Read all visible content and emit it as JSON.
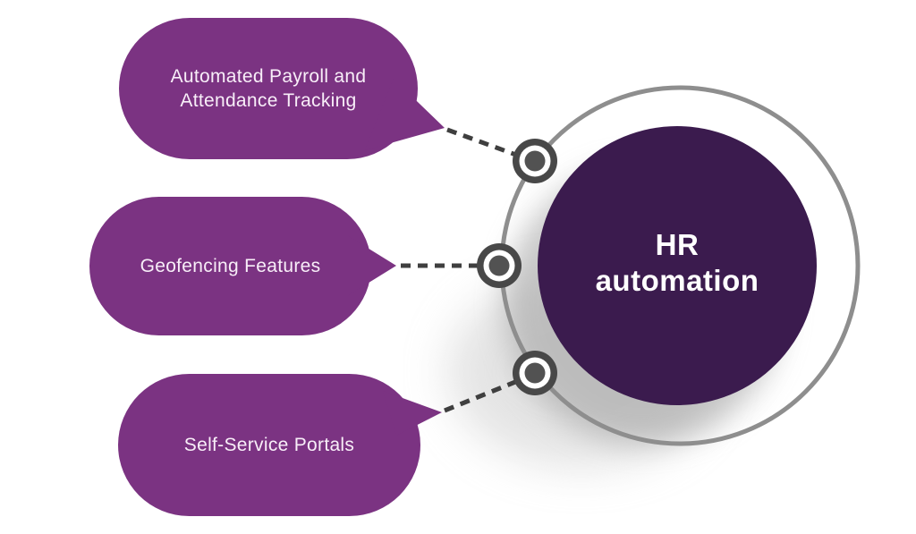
{
  "diagram": {
    "center": {
      "line1": "HR",
      "line2": "automation"
    },
    "bubbles": [
      {
        "line1": "Automated Payroll and",
        "line2": "Attendance Tracking"
      },
      {
        "line1": "Geofencing Features",
        "line2": ""
      },
      {
        "line1": "Self-Service Portals",
        "line2": ""
      }
    ],
    "colors": {
      "bubble_fill": "#7b3382",
      "bubble_text": "#f8eef8",
      "hub_circle_fill": "#3b1b4e",
      "hub_text": "#ffffff",
      "ring_stroke": "#8e8e8e",
      "connector_dot_dark": "#484848",
      "connector_dot_ring": "#ffffff",
      "dashed_line": "#3f3f3f",
      "background": "#ffffff"
    }
  }
}
